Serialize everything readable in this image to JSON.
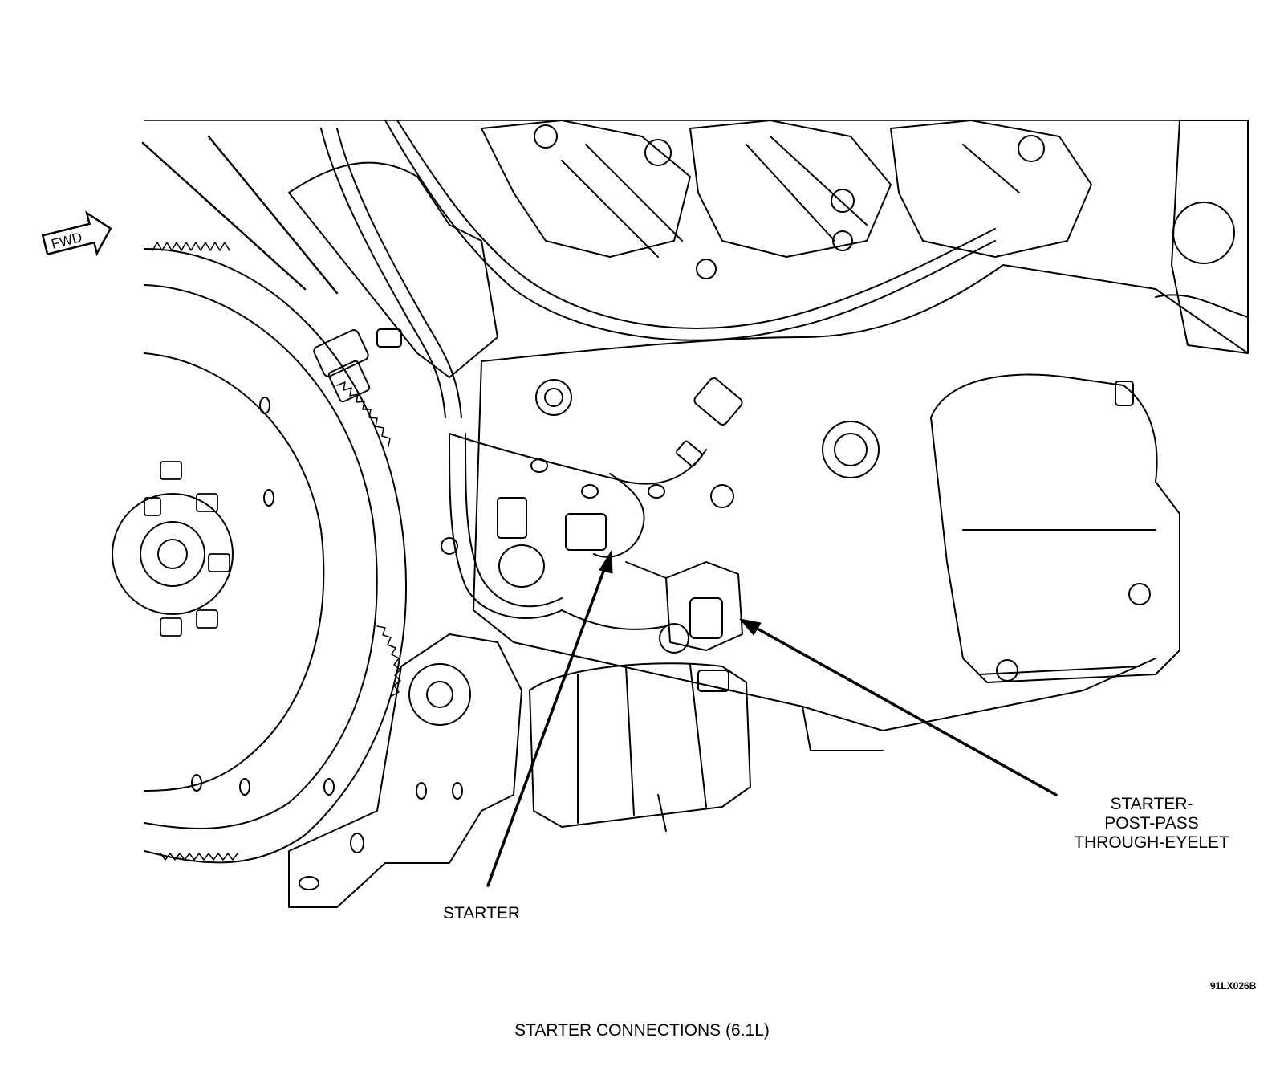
{
  "figure": {
    "caption": "STARTER CONNECTIONS (6.1L)",
    "figure_id": "91LX026B",
    "direction_arrow": "FWD"
  },
  "callouts": {
    "starter": "STARTER",
    "starter_post_eyelet": [
      "STARTER-",
      "POST-PASS",
      "THROUGH-EYELET"
    ]
  }
}
